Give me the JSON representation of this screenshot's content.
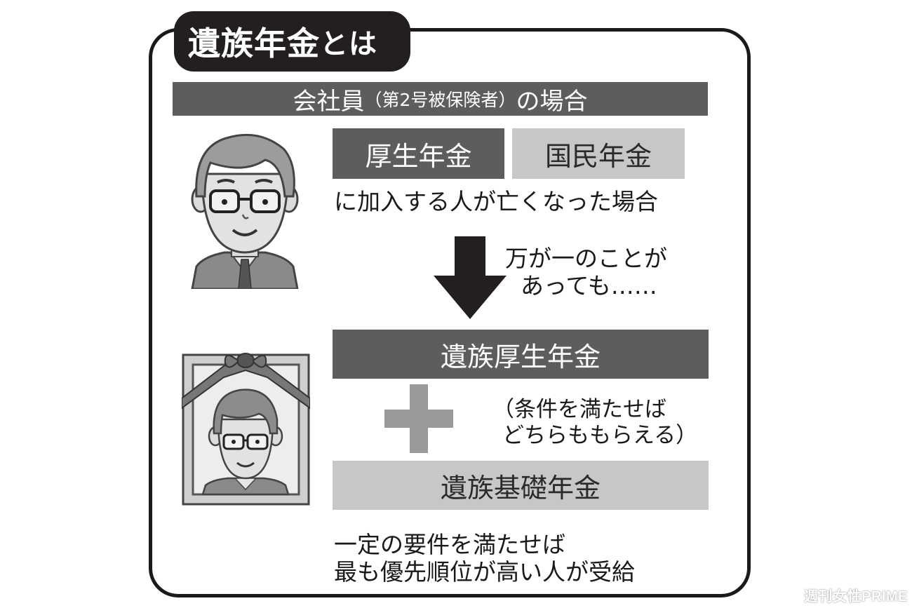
{
  "title": {
    "main": "遺族年金",
    "suffix": "とは"
  },
  "section_header": {
    "prefix": "会社員",
    "paren": "（第2号被保険者）",
    "suffix": "の場合"
  },
  "pensions": {
    "kosei": "厚生年金",
    "kokumin": "国民年金"
  },
  "join_text": "に加入する人が亡くなった場合",
  "chance_text": {
    "line1": "万が一のことが",
    "line2": "あっても……"
  },
  "benefits": {
    "izoku_kosei": "遺族厚生年金",
    "izoku_kiso": "遺族基礎年金"
  },
  "condition_text": {
    "line1": "（条件を満たせば",
    "line2": "どちらももらえる）"
  },
  "final_text": {
    "line1": "一定の要件を満たせば",
    "line2": "最も優先順位が高い人が受給"
  },
  "watermark": "週刊女性PRIME",
  "colors": {
    "dark_bar": "#5d5d5d",
    "light_bar": "#c7c7c7",
    "frame": "#1a1a1a",
    "plus": "#9a9a9a"
  }
}
